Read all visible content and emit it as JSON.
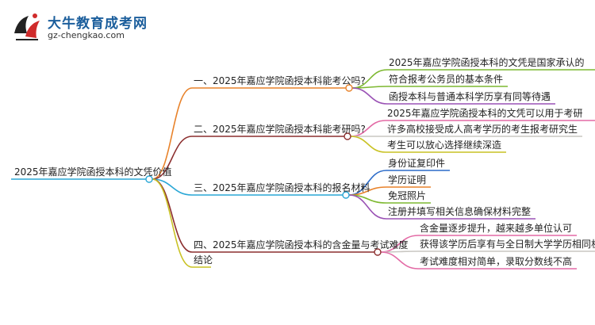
{
  "logo": {
    "title": "大牛教育成考网",
    "url": "gz-chengkao.com"
  },
  "root": "2025年嘉应学院函授本科的文凭价值",
  "branches": [
    {
      "label": "一、2025年嘉应学院函授本科能考公吗?",
      "color": "#e8822a",
      "children": [
        {
          "label": "2025年嘉应学院函授本科的文凭是国家承认的",
          "color": "#7db830"
        },
        {
          "label": "符合报考公务员的基本条件",
          "color": "#7db830"
        },
        {
          "label": "函授本科与普通本科学历享有同等待遇",
          "color": "#9a52b5"
        }
      ]
    },
    {
      "label": "二、2025年嘉应学院函授本科能考研吗?",
      "color": "#8c2f2f",
      "children": [
        {
          "label": "2025年嘉应学院函授本科的文凭可以用于考研",
          "color": "#e36aa5"
        },
        {
          "label": "许多高校接受成人高考学历的考生报考研究生",
          "color": "#c9c7c2"
        },
        {
          "label": "考生可以放心选择继续深造",
          "color": "#c9c224"
        }
      ]
    },
    {
      "label": "三、2025年嘉应学院函授本科的报名材料",
      "color": "#2aa7d6",
      "children": [
        {
          "label": "身份证复印件",
          "color": "#2c6cc9"
        },
        {
          "label": "学历证明",
          "color": "#e8822a"
        },
        {
          "label": "免冠照片",
          "color": "#7db830"
        },
        {
          "label": "注册并填写相关信息确保材料完整",
          "color": "#9a52b5"
        }
      ]
    },
    {
      "label": "四、2025年嘉应学院函授本科的含金量与考试难度",
      "color": "#8c2f2f",
      "children": [
        {
          "label": "含金量逐步提升，越来越多单位认可",
          "color": "#e36aa5"
        },
        {
          "label": "获得该学历后享有与全日制大学学历相同机会",
          "color": "#c9c7c2"
        },
        {
          "label": "考试难度相对简单，录取分数线不高",
          "color": "#e36aa5"
        }
      ]
    },
    {
      "label": "结论",
      "color": "#c9c224",
      "children": []
    }
  ],
  "colors": {
    "root_underline": "#2aa7d6"
  }
}
